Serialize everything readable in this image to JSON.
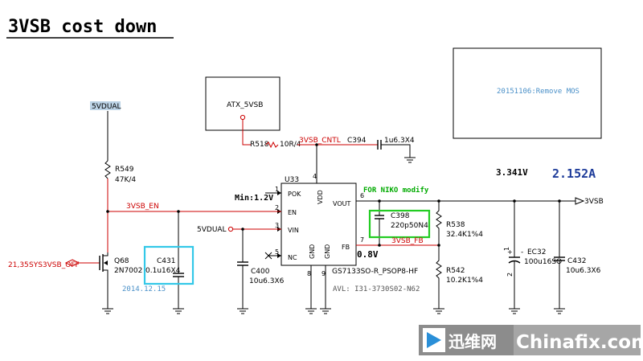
{
  "title": "3VSB cost down",
  "notes": {
    "remove_mos": "20151106:Remove MOS",
    "date_c431": "2014.12.15",
    "niko_modify": "FOR NIKO modify",
    "avl": "AVL: I31-3730S02-N62",
    "min_voltage": "Min:1.2V",
    "fb_voltage": "0.8V",
    "out_voltage": "3.341V",
    "out_current": "2.152A"
  },
  "nets": {
    "vdual_top": "5VDUAL",
    "vdual_vin": "5VDUAL",
    "atx": "ATX_5VSB",
    "cntl": "3VSB_CNTL",
    "en": "3VSB_EN",
    "fb": "3VSB_FB",
    "out": "3VSB",
    "off": "SYS3VSB_OFF",
    "off_ref": "21,35"
  },
  "ic": {
    "ref": "U33",
    "part": "GS7133SO-R_PSOP8-HF",
    "pins": {
      "pok": "POK",
      "en": "EN",
      "vin": "VIN",
      "nc": "NC",
      "vdd": "VDD",
      "vout": "VOUT",
      "fb": "FB",
      "gnd1": "GND",
      "gnd2": "GND"
    },
    "pin_numbers": [
      "1",
      "2",
      "3",
      "5",
      "4",
      "6",
      "7",
      "8",
      "9"
    ]
  },
  "components": {
    "r518": {
      "ref": "R518",
      "value": "10R/4"
    },
    "c394": {
      "ref": "C394",
      "value": "1u6.3X4"
    },
    "r549": {
      "ref": "R549",
      "value": "47K/4"
    },
    "q68": {
      "ref": "Q68",
      "value": "2N7002"
    },
    "c431": {
      "ref": "C431",
      "value": "0.1u16X4"
    },
    "c400": {
      "ref": "C400",
      "value": "10u6.3X6"
    },
    "c398": {
      "ref": "C398",
      "value": "220p50N4"
    },
    "r538": {
      "ref": "R538",
      "value": "32.4K1%4"
    },
    "r542": {
      "ref": "R542",
      "value": "10.2K1%4"
    },
    "ec32": {
      "ref": "EC32",
      "value": "100u16SO"
    },
    "c432": {
      "ref": "C432",
      "value": "10u6.3X6"
    }
  },
  "ec32_pins": [
    "1",
    "2"
  ],
  "watermark": {
    "cn": "迅维网",
    "en": "Chinafix.com"
  },
  "colors": {
    "wire": "#000000",
    "red_wire": "#cc0000",
    "note_blue": "#4a90c8",
    "highlight_cyan": "#33c8e8",
    "highlight_green": "#22cc22",
    "net_highlight": "#bcd3e6",
    "current_blue": "#1e3c9a"
  }
}
